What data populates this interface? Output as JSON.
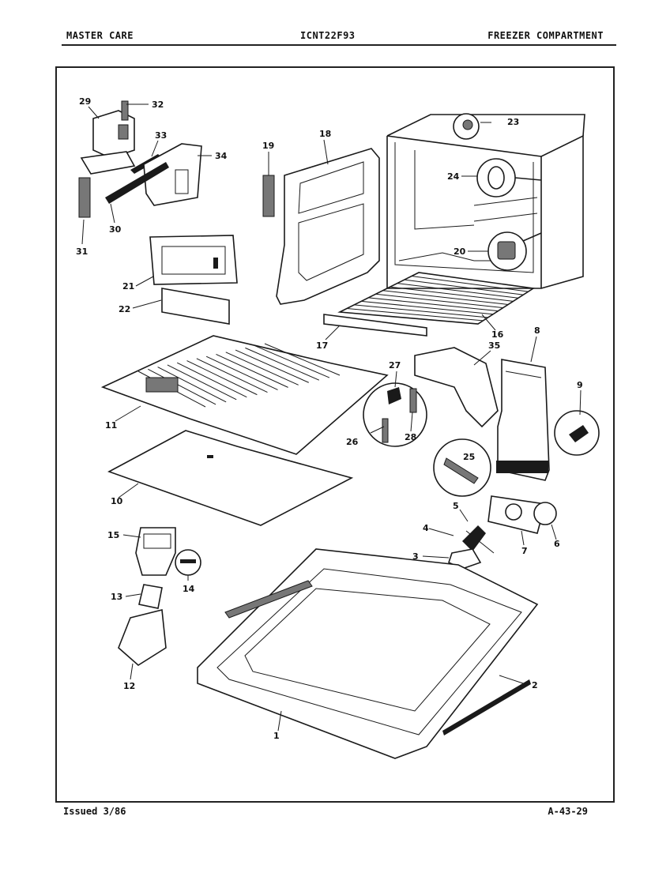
{
  "header": {
    "left": "MASTER CARE",
    "center": "ICNT22F93",
    "right": "FREEZER COMPARTMENT"
  },
  "footer": {
    "left": "Issued 3/86",
    "right": "A-43-29"
  },
  "callouts": {
    "c1": "1",
    "c2": "2",
    "c3": "3",
    "c4": "4",
    "c5": "5",
    "c6": "6",
    "c7": "7",
    "c8": "8",
    "c9": "9",
    "c10": "10",
    "c11": "11",
    "c12": "12",
    "c13": "13",
    "c14": "14",
    "c15": "15",
    "c16": "16",
    "c17": "17",
    "c18": "18",
    "c19": "19",
    "c20": "20",
    "c21": "21",
    "c22": "22",
    "c23": "23",
    "c24": "24",
    "c25": "25",
    "c26": "26",
    "c27": "27",
    "c28": "28",
    "c29": "29",
    "c30": "30",
    "c31": "31",
    "c32": "32",
    "c33": "33",
    "c34": "34",
    "c35": "35"
  }
}
